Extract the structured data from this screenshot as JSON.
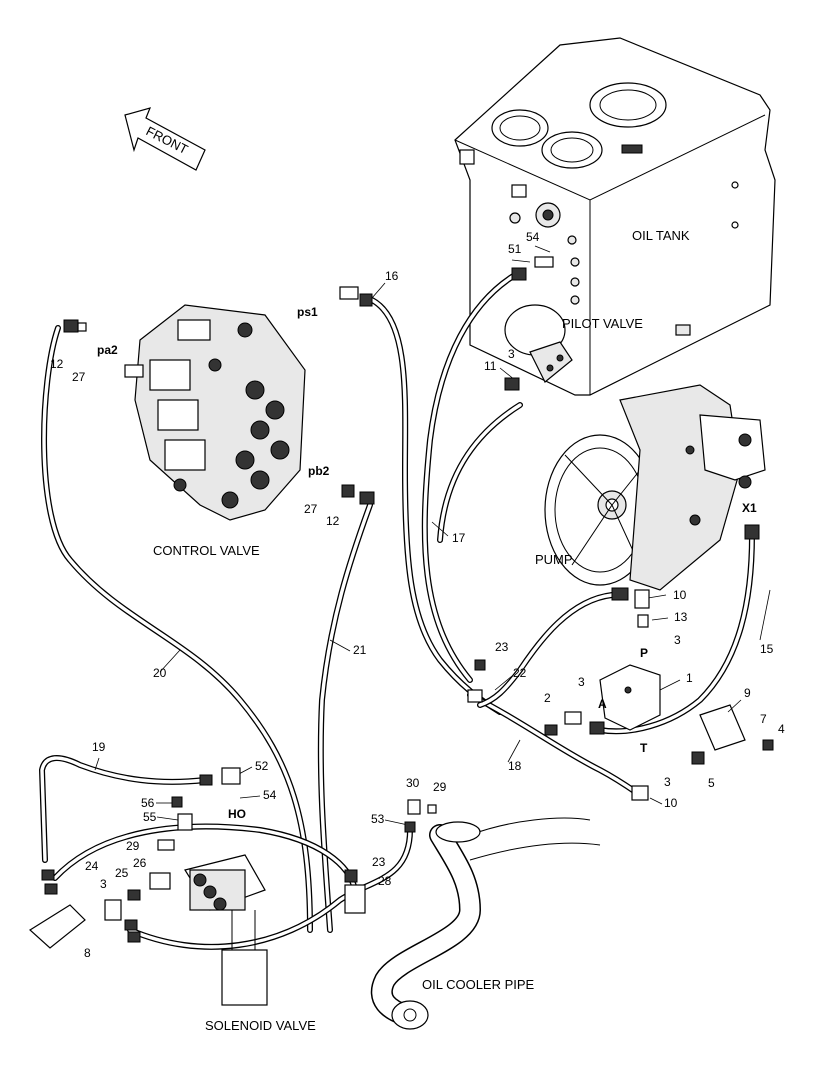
{
  "captions": {
    "front": "FRONT",
    "oil_tank": "OIL TANK",
    "pilot_valve": "PILOT VALVE",
    "pump": "PUMP",
    "control_valve": "CONTROL VALVE",
    "oil_cooler_pipe": "OIL COOLER PIPE",
    "solenoid_valve": "SOLENOID VALVE"
  },
  "ports": {
    "pa2": "pa2",
    "ps1": "ps1",
    "pb2": "pb2",
    "x1": "X1",
    "p": "P",
    "a": "A",
    "t": "T",
    "ho": "HO"
  },
  "callouts": {
    "c1": "1",
    "c2": "2",
    "c3a": "3",
    "c3b": "3",
    "c3c": "3",
    "c3d": "3",
    "c3e": "3",
    "c4": "4",
    "c5": "5",
    "c7": "7",
    "c8": "8",
    "c9": "9",
    "c10a": "10",
    "c10b": "10",
    "c11": "11",
    "c12a": "12",
    "c12b": "12",
    "c13": "13",
    "c15": "15",
    "c16": "16",
    "c17": "17",
    "c18": "18",
    "c19": "19",
    "c20": "20",
    "c21": "21",
    "c22": "22",
    "c23a": "23",
    "c23b": "23",
    "c24": "24",
    "c25": "25",
    "c26": "26",
    "c27a": "27",
    "c27b": "27",
    "c28": "28",
    "c29a": "29",
    "c29b": "29",
    "c30": "30",
    "c51": "51",
    "c52": "52",
    "c53": "53",
    "c54a": "54",
    "c54b": "54",
    "c55": "55",
    "c56": "56"
  }
}
